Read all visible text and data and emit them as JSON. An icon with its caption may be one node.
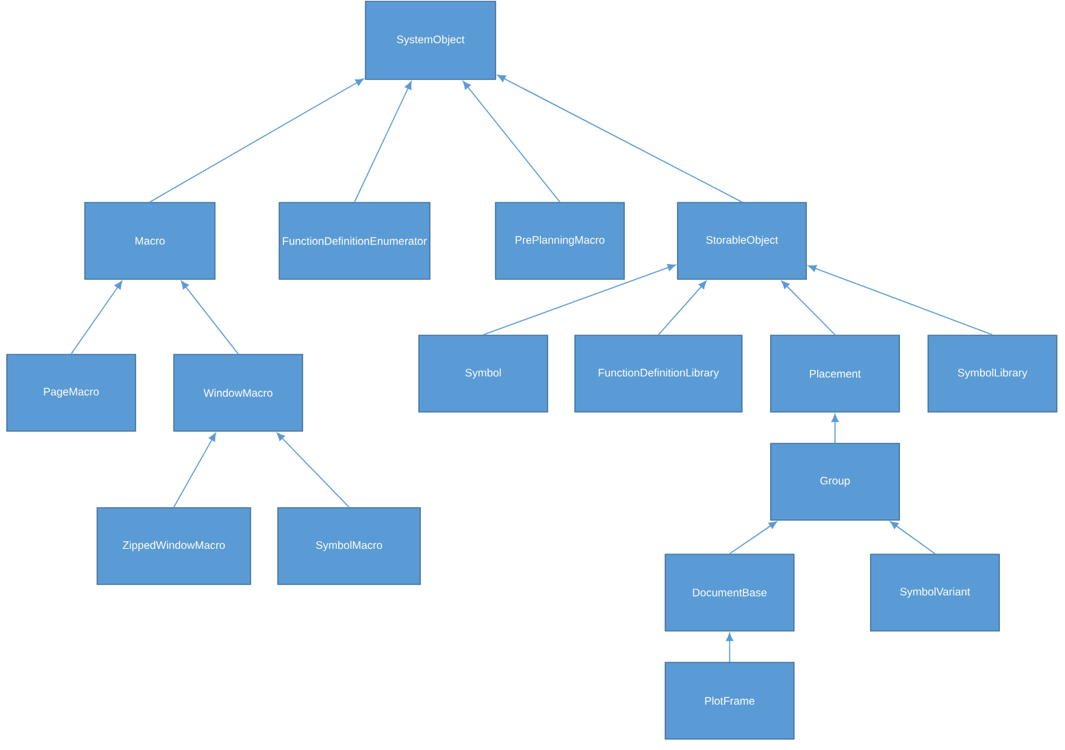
{
  "diagram": {
    "nodes": [
      {
        "text": [
          "SystemObject"
        ]
      },
      {
        "text": [
          "Macro"
        ]
      },
      {
        "text": [
          "FunctionDefinitionEnumerator"
        ]
      },
      {
        "text": [
          "PrePlanningMacro"
        ]
      },
      {
        "text": [
          "StorableObject"
        ]
      },
      {
        "text": [
          "PageMacro"
        ]
      },
      {
        "text": [
          "WindowMacro"
        ]
      },
      {
        "text": [
          "Symbol"
        ]
      },
      {
        "text": [
          "FunctionDefinitionLibrary"
        ]
      },
      {
        "text": [
          "Placement"
        ]
      },
      {
        "text": [
          "SymbolLibrary"
        ]
      },
      {
        "text": [
          "ZippedWindowMacro"
        ]
      },
      {
        "text": [
          "SymbolMacro"
        ]
      },
      {
        "text": [
          "Group"
        ]
      },
      {
        "text": [
          "DocumentBase"
        ]
      },
      {
        "text": [
          "SymbolVariant"
        ]
      },
      {
        "text": [
          "PlotFrame"
        ]
      }
    ],
    "edges": [
      {
        "from": 1,
        "to": 0,
        "arrow": "to"
      },
      {
        "from": 2,
        "to": 0,
        "arrow": "to"
      },
      {
        "from": 3,
        "to": 0,
        "arrow": "to"
      },
      {
        "from": 4,
        "to": 0,
        "arrow": "to"
      },
      {
        "from": 5,
        "to": 1,
        "arrow": "to"
      },
      {
        "from": 6,
        "to": 1,
        "arrow": "to"
      },
      {
        "from": 7,
        "to": 4,
        "arrow": "to"
      },
      {
        "from": 8,
        "to": 4,
        "arrow": "to"
      },
      {
        "from": 9,
        "to": 4,
        "arrow": "to"
      },
      {
        "from": 10,
        "to": 4,
        "arrow": "to"
      },
      {
        "from": 11,
        "to": 6,
        "arrow": "to"
      },
      {
        "from": 12,
        "to": 6,
        "arrow": "to"
      },
      {
        "from": 13,
        "to": 9,
        "arrow": "to"
      },
      {
        "from": 14,
        "to": 13,
        "arrow": "to"
      },
      {
        "from": 15,
        "to": 13,
        "arrow": "to"
      },
      {
        "from": 16,
        "to": 14,
        "arrow": "to"
      }
    ]
  }
}
